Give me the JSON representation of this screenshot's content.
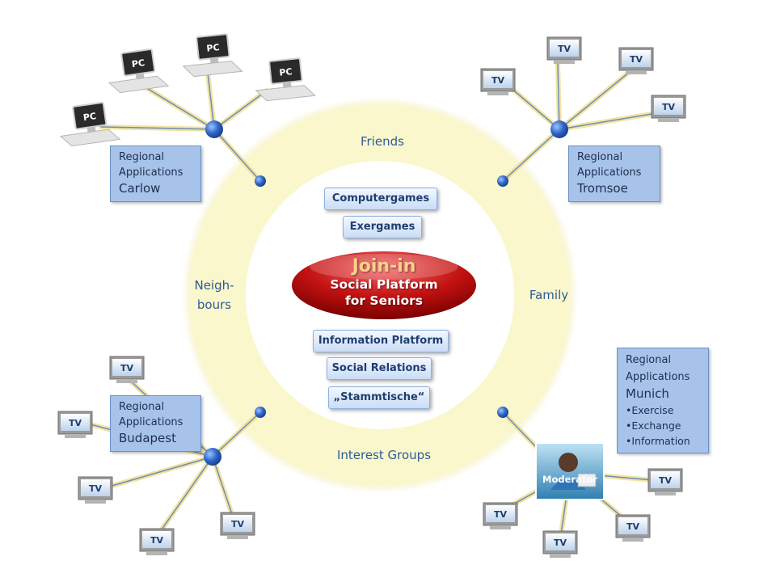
{
  "ring": {
    "top_label": "Friends",
    "right_label": "Family",
    "left_label_line1": "Neigh-",
    "left_label_line2": "bours",
    "bottom_label": "Interest Groups"
  },
  "center": {
    "title": "Join-in",
    "subtitle_line1": "Social Platform",
    "subtitle_line2": "for Seniors",
    "top_items": [
      "Computergames",
      "Exergames"
    ],
    "bottom_items": [
      "Information Platform",
      "Social Relations",
      "„Stammtische“"
    ]
  },
  "regions": {
    "carlow": {
      "line1": "Regional",
      "line2": "Applications",
      "city": "Carlow"
    },
    "tromsoe": {
      "line1": "Regional",
      "line2": "Applications",
      "city": "Tromsoe"
    },
    "budapest": {
      "line1": "Regional",
      "line2": "Applications",
      "city": "Budapest"
    },
    "munich": {
      "line1": "Regional",
      "line2": "Applications",
      "city": "Munich",
      "items": [
        "Exercise",
        "Exchange",
        "Information"
      ]
    }
  },
  "devices": {
    "pc_label": "PC",
    "tv_label": "TV"
  },
  "moderator": {
    "label": "Moderator"
  },
  "colors": {
    "ring_fill": "#faf7cc",
    "link_line": "#f3e3a0",
    "node_blue": "#2f66c8",
    "center_red": "#c01010",
    "region_fill": "#a7c3ea"
  }
}
